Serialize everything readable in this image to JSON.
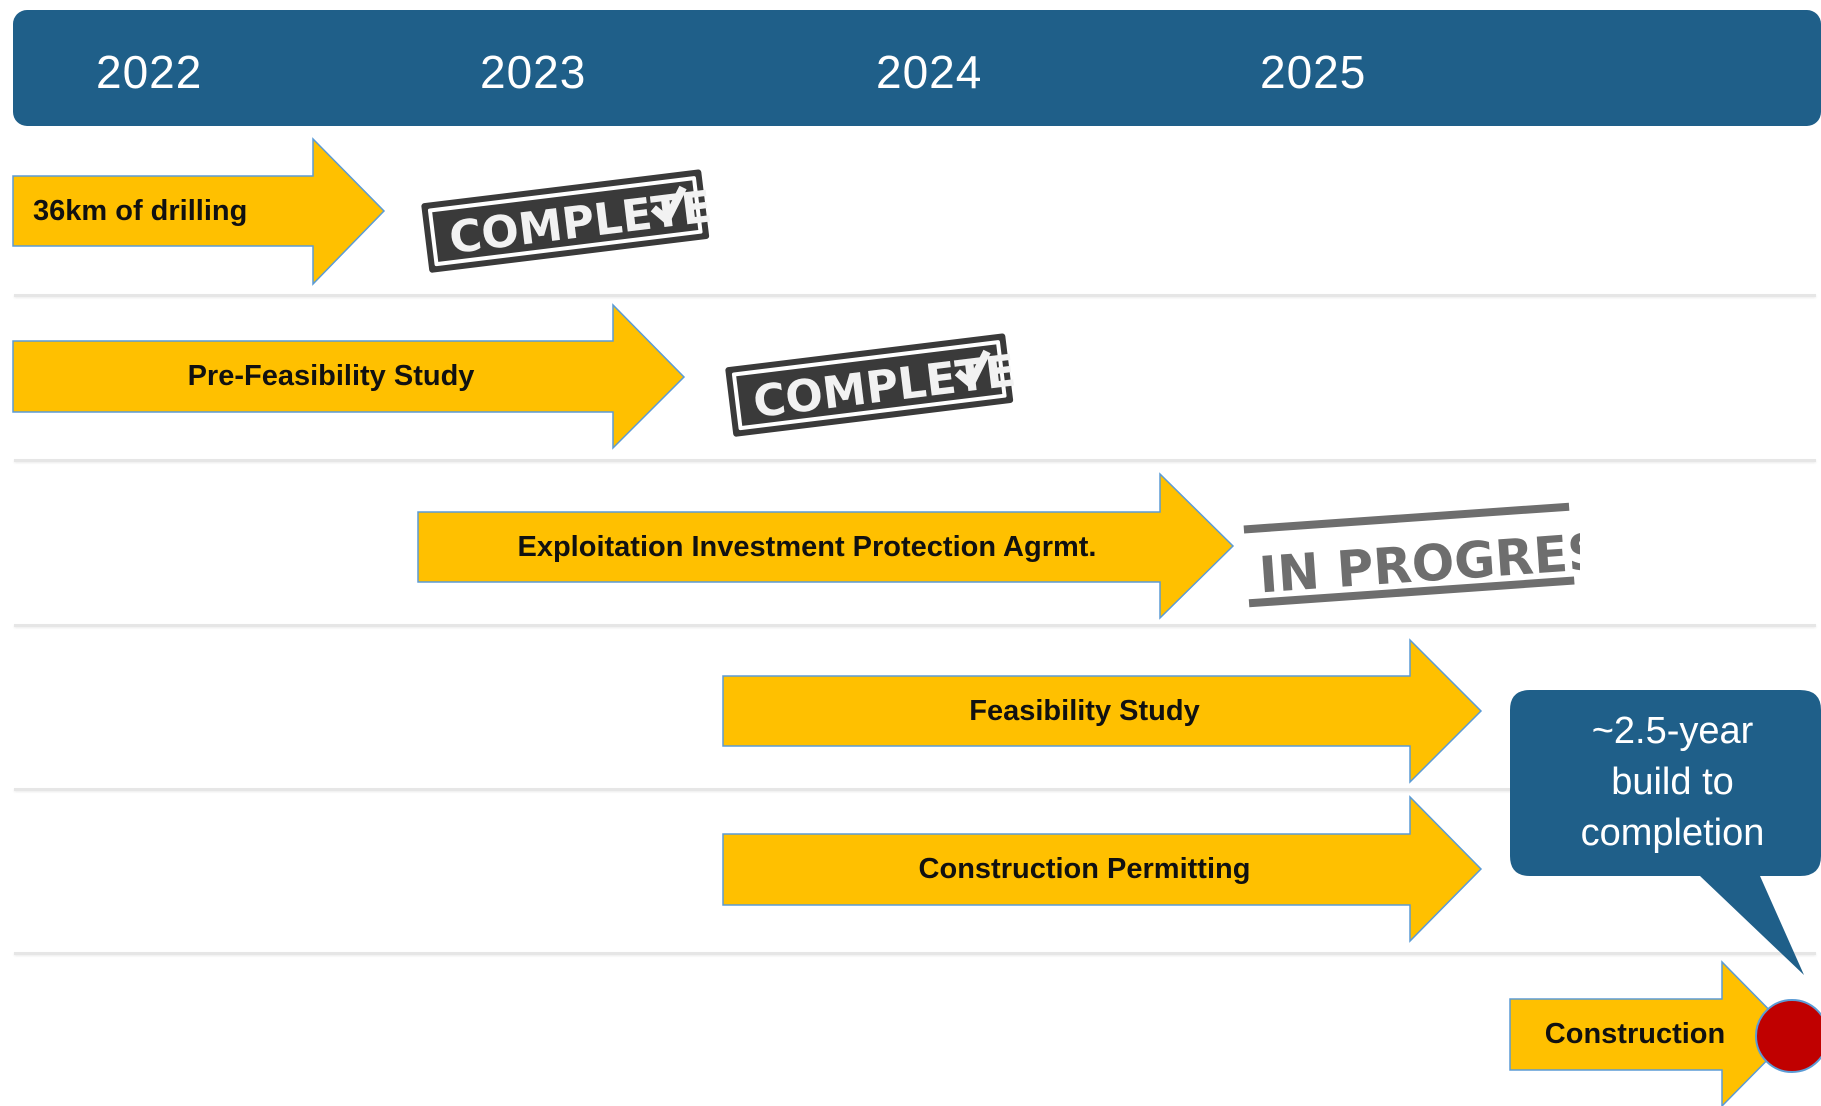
{
  "timeline": {
    "years": [
      "2022",
      "2023",
      "2024",
      "2025"
    ]
  },
  "rows": [
    {
      "label": "36km of drilling",
      "status": "COMPLETE"
    },
    {
      "label": "Pre-Feasibility Study",
      "status": "COMPLETE"
    },
    {
      "label": "Exploitation Investment Protection Agrmt.",
      "status": "IN PROGRESS"
    },
    {
      "label": "Feasibility Study"
    },
    {
      "label": "Construction Permitting"
    },
    {
      "label": "Construction"
    }
  ],
  "callout": {
    "line1": "~2.5-year",
    "line2": "build to",
    "line3": "completion"
  },
  "colors": {
    "header": "#1f5f89",
    "arrow_fill": "#ffc000",
    "arrow_stroke": "#5b9bd5",
    "stamp": "#3a3a3a",
    "milestone": "#c00000"
  }
}
